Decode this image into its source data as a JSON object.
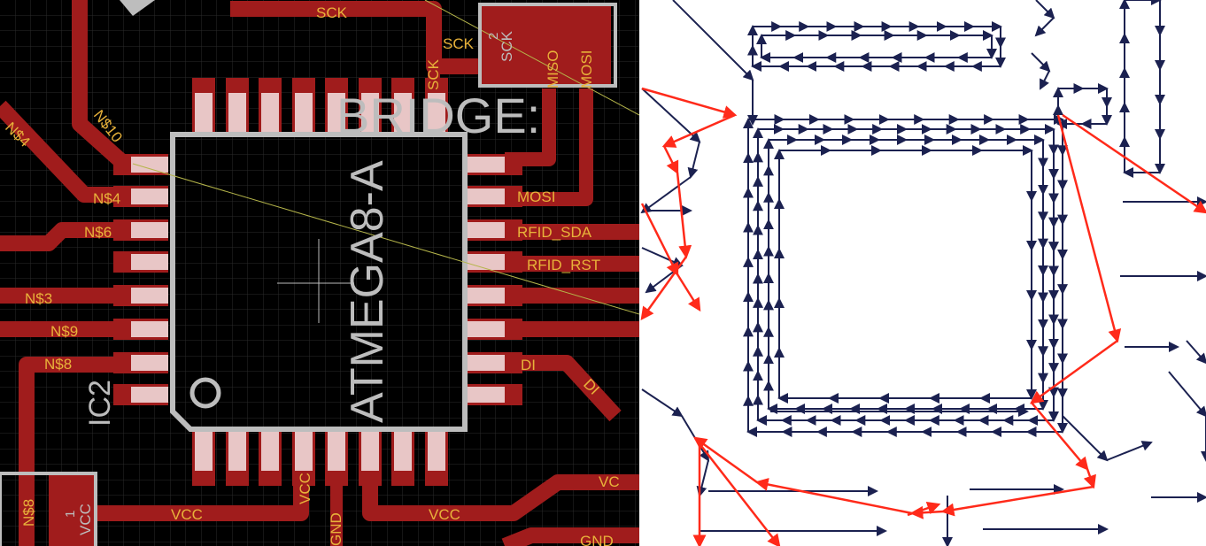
{
  "pcb": {
    "chip_name": "ATMEGA8-A",
    "ref_designator": "IC2",
    "bridge_label": "BRIDGE:",
    "net_labels": {
      "sck_top": "SCK",
      "sck_mid": "SCK",
      "sck_vert": "SCK",
      "n10": "N$10",
      "n4a": "N$4",
      "n4b": "N$4",
      "n6": "N$6",
      "n3": "N$3",
      "n9": "N$9",
      "n8a": "N$8",
      "n8b": "N$8",
      "mosi": "MOSI",
      "rfid_sda": "RFID_SDA",
      "rfid_rst": "RFID_RST",
      "di": "DI",
      "di2": "DI",
      "vcc1": "VCC",
      "vcc2": "VCC",
      "vcc3": "VCC",
      "vcc_vert": "VCC",
      "gnd": "GND",
      "gnd2": "GND",
      "vc_edge": "VC"
    },
    "header": {
      "pin_num": "2",
      "pin_sck": "SCK",
      "pin_miso": "MISO",
      "pin_mosi": "MOSI"
    },
    "connector": {
      "pin_num": "1",
      "pin_name": "VCC"
    },
    "colors": {
      "board": "#000000",
      "trace": "#a01c1c",
      "label": "#e8b23a",
      "silk": "#bdbdbd"
    }
  },
  "vector_view": {
    "colors": {
      "lines": "#1b2150",
      "path": "#ff2a1a"
    }
  }
}
